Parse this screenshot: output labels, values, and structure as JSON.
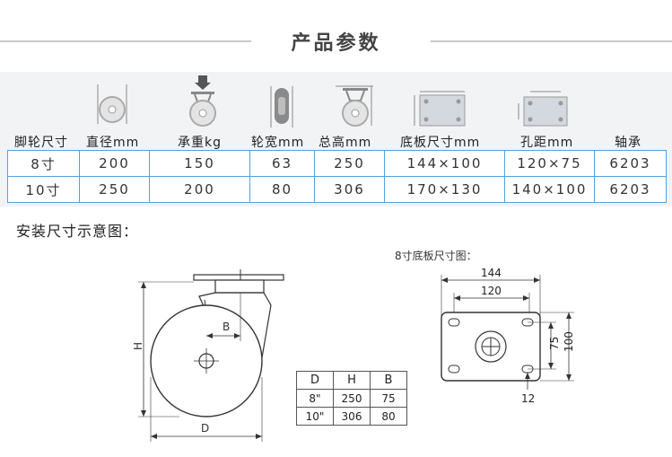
{
  "page_title": "产品参数",
  "specs": {
    "headers": [
      "脚轮尺寸",
      "直径mm",
      "承重kg",
      "轮宽mm",
      "总高mm",
      "底板尺寸mm",
      "孔距mm",
      "轴承"
    ],
    "rows": [
      [
        "8寸",
        "200",
        "150",
        "63",
        "250",
        "144×100",
        "120×75",
        "6203"
      ],
      [
        "10寸",
        "250",
        "200",
        "80",
        "306",
        "170×130",
        "140×100",
        "6203"
      ]
    ]
  },
  "install_title": "安装尺寸示意图：",
  "wheel_diagram": {
    "labels": {
      "H": "H",
      "B": "B",
      "D": "D"
    }
  },
  "dims_table": {
    "rows": [
      [
        "D",
        "H",
        "B"
      ],
      [
        "8\"",
        "250",
        "75"
      ],
      [
        "10\"",
        "306",
        "80"
      ]
    ]
  },
  "plate_diagram": {
    "title": "8寸底板尺寸图：",
    "dims": {
      "outer_width": "144",
      "hole_width": "120",
      "hole_height": "75",
      "outer_height": "100",
      "hole_dia": "12"
    }
  }
}
